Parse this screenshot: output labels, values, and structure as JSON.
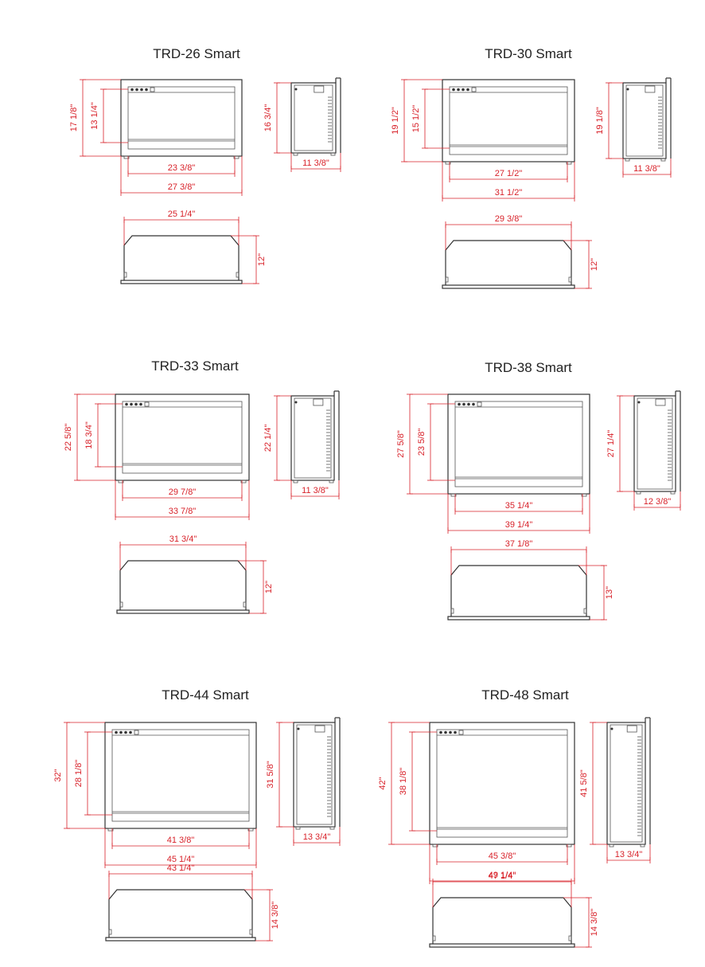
{
  "colors": {
    "dimension": "#d8222a",
    "outline": "#333333",
    "title": "#222222"
  },
  "models": [
    {
      "title": "TRD-26 Smart",
      "front": {
        "height_outer": "17 1/8\"",
        "height_inner": "13 1/4\"",
        "width_inner": "23 3/8\"",
        "width_outer": "27 3/8\""
      },
      "side": {
        "height": "16 3/4\"",
        "depth": "11 3/8\""
      },
      "top": {
        "width": "25 1/4\"",
        "height": "12\""
      }
    },
    {
      "title": "TRD-30 Smart",
      "front": {
        "height_outer": "19 1/2\"",
        "height_inner": "15 1/2\"",
        "width_inner": "27 1/2\"",
        "width_outer": "31 1/2\""
      },
      "side": {
        "height": "19 1/8\"",
        "depth": "11 3/8\""
      },
      "top": {
        "width": "29 3/8\"",
        "height": "12\""
      }
    },
    {
      "title": "TRD-33 Smart",
      "front": {
        "height_outer": "22 5/8\"",
        "height_inner": "18 3/4\"",
        "width_inner": "29 7/8\"",
        "width_outer": "33 7/8\""
      },
      "side": {
        "height": "22 1/4\"",
        "depth": "11 3/8\""
      },
      "top": {
        "width": "31 3/4\"",
        "height": "12\""
      }
    },
    {
      "title": "TRD-38 Smart",
      "front": {
        "height_outer": "27 5/8\"",
        "height_inner": "23 5/8\"",
        "width_inner": "35 1/4\"",
        "width_outer": "39 1/4\""
      },
      "side": {
        "height": "27 1/4\"",
        "depth": "12 3/8\""
      },
      "top": {
        "width": "37 1/8\"",
        "height": "13\""
      }
    },
    {
      "title": "TRD-44 Smart",
      "front": {
        "height_outer": "32\"",
        "height_inner": "28 1/8\"",
        "width_inner": "41 3/8\"",
        "width_outer": "45 1/4\""
      },
      "side": {
        "height": "31 5/8\"",
        "depth": "13 3/4\""
      },
      "top": {
        "width": "43 1/4\"",
        "height": "14 3/8\""
      }
    },
    {
      "title": "TRD-48 Smart",
      "front": {
        "height_outer": "42\"",
        "height_inner": "38 1/8\"",
        "width_inner": "45 3/8\"",
        "width_outer": "49 1/4\""
      },
      "side": {
        "height": "41 5/8\"",
        "depth": "13 3/4\""
      },
      "top": {
        "width": "47 1/4\"",
        "height": "14 3/8\""
      }
    }
  ]
}
